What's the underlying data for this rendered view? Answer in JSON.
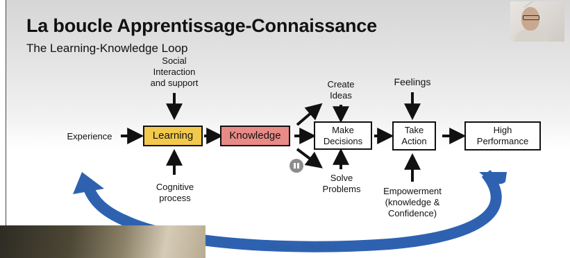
{
  "slide": {
    "title": "La boucle Apprentissage-Connaissance",
    "subtitle": "The Learning-Knowledge Loop"
  },
  "diagram": {
    "social": "Social\nInteraction\nand support",
    "experience": "Experience",
    "learning": "Learning",
    "knowledge": "Knowledge",
    "cognitive": "Cognitive\nprocess",
    "create_ideas": "Create\nIdeas",
    "make_decisions": "Make\nDecisions",
    "solve_problems": "Solve\nProblems",
    "feelings": "Feelings",
    "take_action": "Take\nAction",
    "empowerment": "Empowerment\n(knowledge &\nConfidence)",
    "high_performance": "High\nPerformance",
    "feedback": "Retour - Feedback"
  },
  "colors": {
    "learning_fill": "#f2c94c",
    "knowledge_fill": "#e88a86",
    "feedback_arrow": "#2e62b0"
  },
  "icons": [
    "pause-icon",
    "arrow-icon"
  ]
}
